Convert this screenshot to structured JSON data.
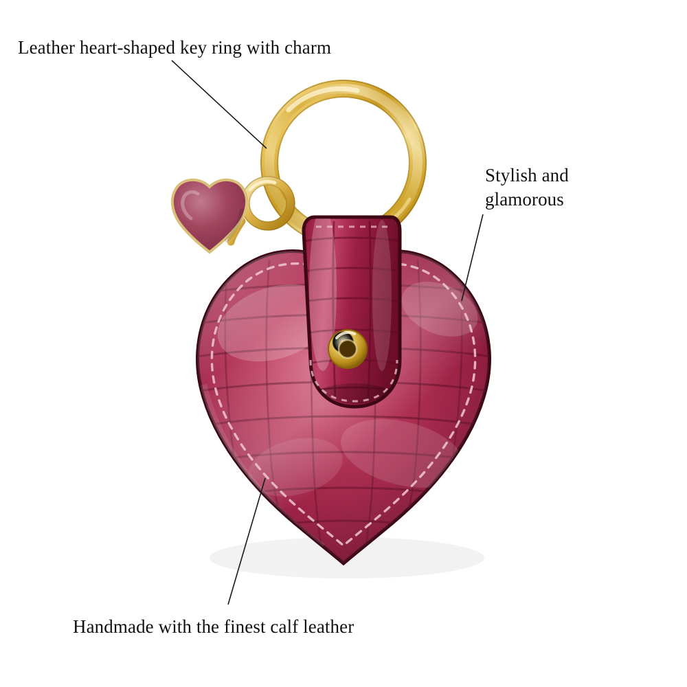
{
  "image": {
    "background_color": "#ffffff",
    "subject": "leather heart-shaped key ring with charm",
    "colors": {
      "leather_dark": "#7d1233",
      "leather_mid": "#a32048",
      "leather_light": "#c94a6d",
      "leather_highlight": "#e49aae",
      "leather_edge": "#4a0a1d",
      "charm_pink": "#a8415e",
      "charm_pink_light": "#c4718a",
      "gold_dark": "#b8860b",
      "gold_mid": "#e3b84a",
      "gold_light": "#f7e4a3",
      "stitch": "#e7c0cd",
      "line": "#1a1a1a",
      "text": "#111111"
    }
  },
  "annotations": [
    {
      "id": "annot-top",
      "text": "Leather heart-shaped key ring with charm",
      "pointer_from": [
        250,
        88
      ],
      "pointer_to": [
        388,
        216
      ]
    },
    {
      "id": "annot-right",
      "text": "Stylish and\nglamorous",
      "pointer_from": [
        703,
        310
      ],
      "pointer_to": [
        672,
        438
      ]
    },
    {
      "id": "annot-bottom",
      "text": "Handmade with the finest calf leather",
      "pointer_from": [
        330,
        882
      ],
      "pointer_to": [
        385,
        696
      ]
    }
  ]
}
